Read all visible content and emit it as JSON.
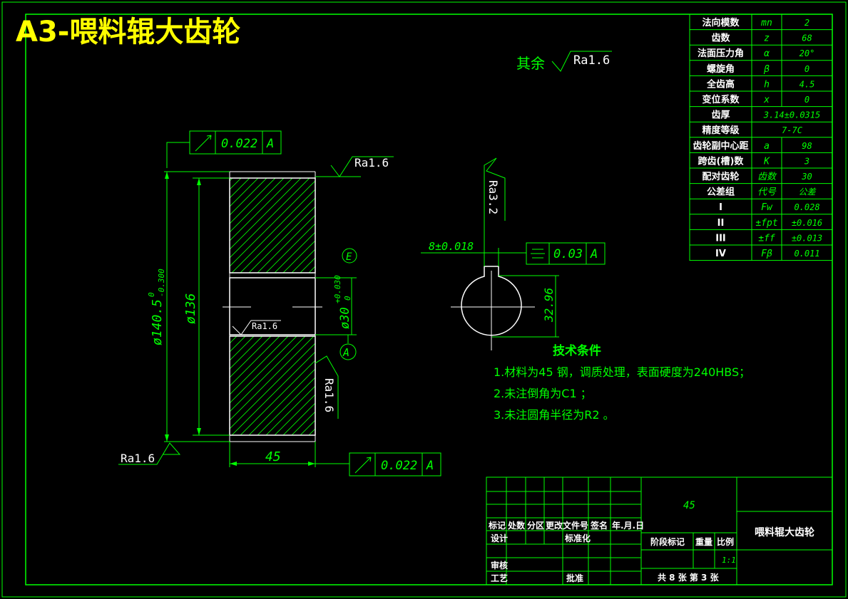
{
  "title": "A3-喂料辊大齿轮",
  "roughness_general": {
    "prefix": "其余",
    "value": "Ra1.6"
  },
  "gear_params": {
    "rows": [
      {
        "name": "法向模数",
        "symbol": "mn",
        "value": "2"
      },
      {
        "name": "齿数",
        "symbol": "z",
        "value": "68"
      },
      {
        "name": "法面压力角",
        "symbol": "α",
        "value": "20°"
      },
      {
        "name": "螺旋角",
        "symbol": "β",
        "value": "0"
      },
      {
        "name": "全齿高",
        "symbol": "h",
        "value": "4.5"
      },
      {
        "name": "变位系数",
        "symbol": "x",
        "value": "0"
      },
      {
        "name": "齿厚",
        "symbol": "",
        "value": "3.14±0.0315"
      },
      {
        "name": "精度等级",
        "symbol": "",
        "value": "7-7C"
      },
      {
        "name": "齿轮副中心距",
        "symbol": "a",
        "value": "98"
      },
      {
        "name": "跨齿(槽)数",
        "symbol": "K",
        "value": "3"
      },
      {
        "name": "配对齿轮",
        "symbol": "齿数",
        "value": "30"
      },
      {
        "name": "公差组",
        "symbol": "代号",
        "value": "公差"
      },
      {
        "name": "I",
        "symbol": "Fw",
        "value": "0.028"
      },
      {
        "name": "II",
        "symbol": "±fpt",
        "value": "±0.016"
      },
      {
        "name": "III",
        "symbol": "±ff",
        "value": "±0.013"
      },
      {
        "name": "IV",
        "symbol": "Fβ",
        "value": "0.011"
      }
    ]
  },
  "annotations": {
    "runout_top": {
      "value": "0.022",
      "datum": "A"
    },
    "runout_bottom": {
      "value": "0.022",
      "datum": "A"
    },
    "symmetry": {
      "value": "0.03",
      "datum": "A"
    },
    "rough_top": "Ra1.6",
    "rough_bore": "Ra1.6",
    "rough_right": "Ra1.6",
    "rough_left": "Ra1.6",
    "rough_key": "Ra3.2",
    "dim_outer": "ø140.5",
    "dim_outer_tol_upper": "0",
    "dim_outer_tol_lower": "-0.300",
    "dim_root": "ø136",
    "dim_bore": "ø30",
    "dim_bore_tol_upper": "+0.030",
    "dim_bore_tol_lower": "0",
    "envelope": "E",
    "dim_width": "45",
    "dim_key": "8±0.018",
    "dim_keydepth": "32.96",
    "datum": "A"
  },
  "tech": {
    "heading": "技术条件",
    "items": [
      "1.材料为45 钢，调质处理，表面硬度为240HBS；",
      "2.未注倒角为C1 ；",
      "3.未注圆角半径为R2 。"
    ]
  },
  "titleblock": {
    "material": "45",
    "part_name": "喂料辊大齿轮",
    "h_mark": "标记",
    "h_count": "处数",
    "h_zone": "分区",
    "h_change": "更改文件号",
    "h_sign": "签名",
    "h_date": "年.月.日",
    "design": "设计",
    "standard": "标准化",
    "stage": "阶段标记",
    "weight": "重量",
    "scale": "比例",
    "scale_val": "1:1",
    "check": "审核",
    "process": "工艺",
    "approve": "批准",
    "sheets": "共 8 张 第 3 张"
  },
  "colors": {
    "background": "#000000",
    "line": "#00ff00",
    "text": "#ffffff",
    "title": "#ffff00"
  }
}
